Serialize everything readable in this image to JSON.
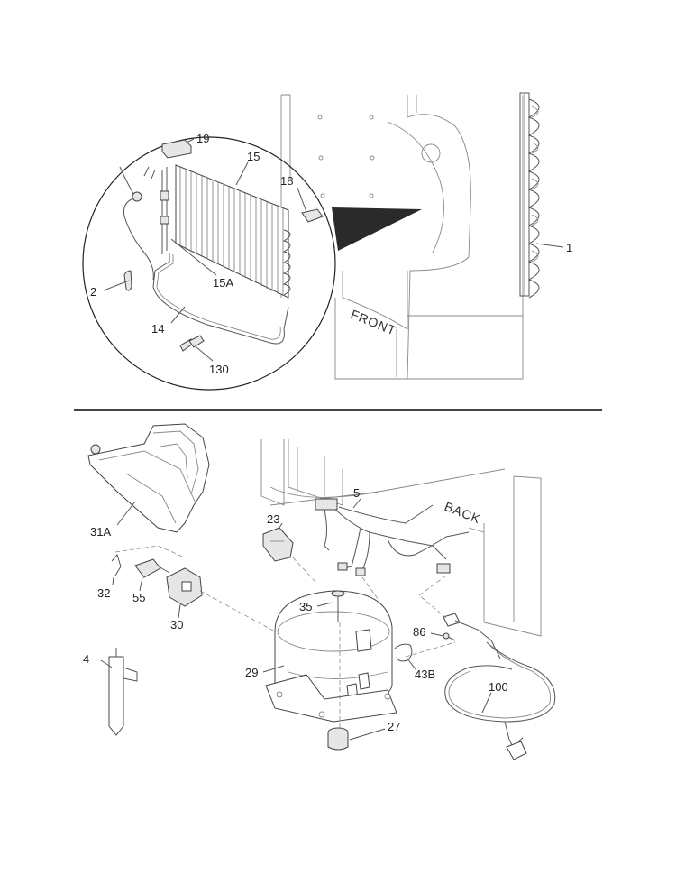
{
  "labels": {
    "p19": "19",
    "p15": "15",
    "p18": "18",
    "p1": "1",
    "p2": "2",
    "p15a": "15A",
    "p14": "14",
    "p130": "130",
    "p31a": "31A",
    "p5": "5",
    "p23": "23",
    "p32": "32",
    "p55": "55",
    "p30": "30",
    "p35": "35",
    "p86": "86",
    "p4": "4",
    "p29": "29",
    "p43b": "43B",
    "p100": "100",
    "p27": "27"
  },
  "annotations": {
    "front": "FRONT",
    "back": "BACK"
  }
}
